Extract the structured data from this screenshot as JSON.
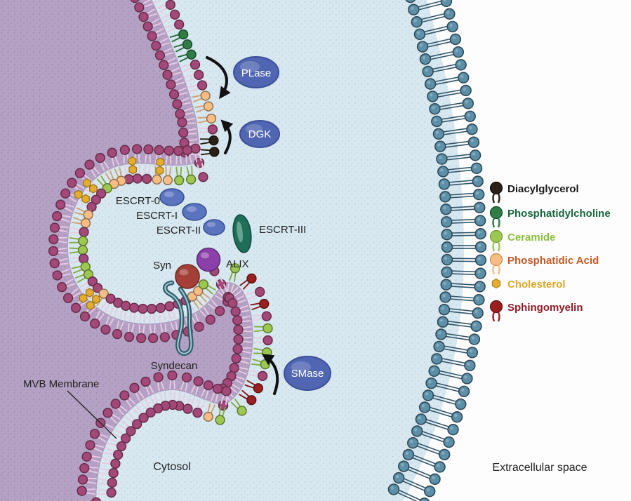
{
  "labels": {
    "plase": "PLase",
    "dgk": "DGK",
    "smase": "SMase",
    "escrt0": "ESCRT-0",
    "escrt1": "ESCRT-I",
    "escrt2": "ESCRT-II",
    "escrt3": "ESCRT-III",
    "syn": "Syn",
    "alix": "ALIX",
    "syndecan": "Syndecan",
    "mvb_membrane": "MVB Membrane",
    "cytosol": "Cytosol",
    "extracellular": "Extracellular space"
  },
  "legend": {
    "items": [
      {
        "name": "Diacylglycerol",
        "head_color": "#2b2016",
        "text_color": "#1a1a1a"
      },
      {
        "name": "Phosphatidylcholine",
        "head_color": "#2f7d45",
        "text_color": "#17663c"
      },
      {
        "name": "Ceramide",
        "head_color": "#9cc84f",
        "text_color": "#8bbf3f"
      },
      {
        "name": "Phosphatidic Acid",
        "head_color": "#f6bd85",
        "text_color": "#c55a27"
      },
      {
        "name": "Cholesterol",
        "head_color": "#e5ad2e",
        "text_color": "#dda627"
      },
      {
        "name": "Sphingomyelin",
        "head_color": "#9c1f1f",
        "text_color": "#8c1c25"
      }
    ]
  },
  "colors": {
    "cytosol_bg": "#d7e8f0",
    "mvb_lumen": "#b4a1c3",
    "extracellular_bg": "#fdfdfe",
    "membrane_head": "#a34878",
    "membrane_tail": "#e8cbe3",
    "plasma_head": "#5c90a9",
    "plasma_tail": "#33566b",
    "enzyme_fill": "#5166b3",
    "enzyme_stroke": "#3c4f97",
    "escrt_fill": "#5b74c0",
    "escrt_stroke": "#3a4f92",
    "escrt3_fill": "#1f6e58",
    "escrt3_stroke": "#124b3c",
    "alix_fill": "#8b3fa8",
    "alix_stroke": "#5e2a77",
    "syn_fill": "#a43f38",
    "syn_stroke": "#6f2722",
    "syndecan": "#35707f",
    "arrow": "#111111",
    "label_text": "#1f1f1f"
  }
}
